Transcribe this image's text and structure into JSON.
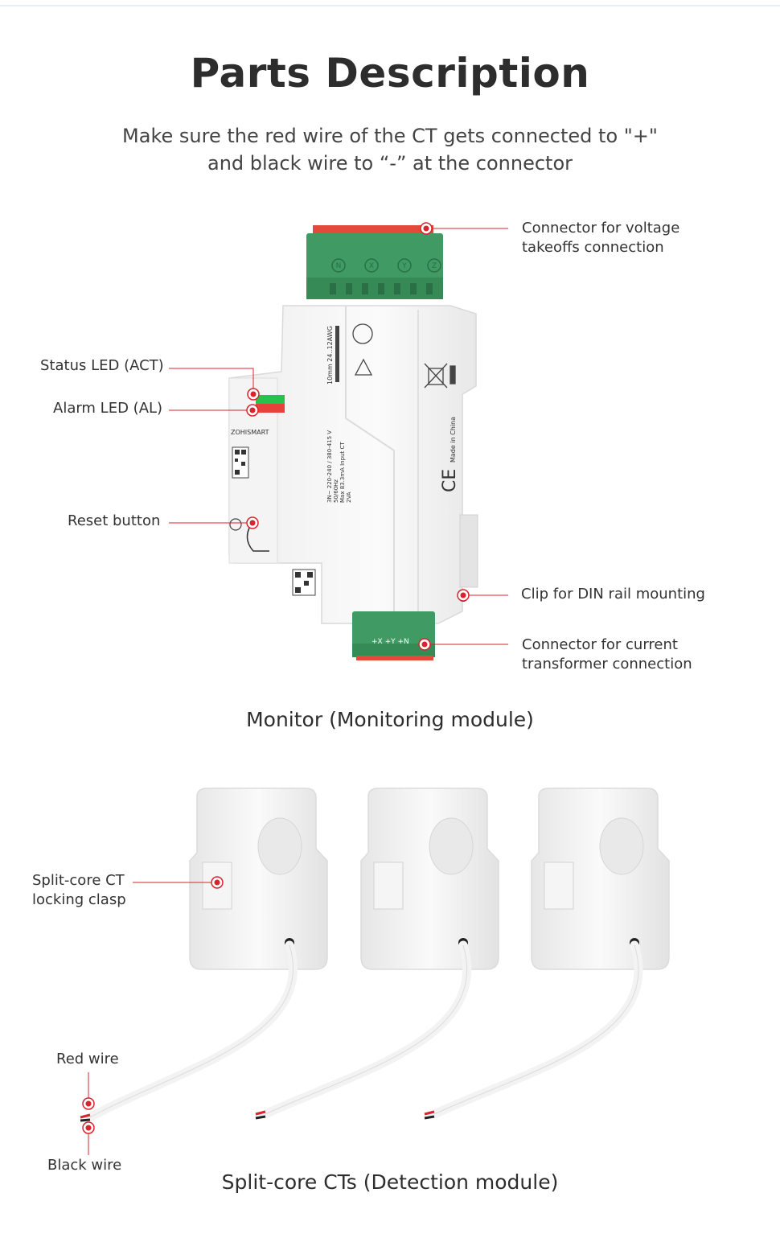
{
  "header": {
    "title": "Parts Description",
    "subtitle_line1": "Make sure the red wire of the CT gets connected to \"+\"",
    "subtitle_line2": "and black wire to “-” at the connector"
  },
  "monitor": {
    "caption": "Monitor (Monitoring module)",
    "callouts": {
      "voltage_connector_line1": "Connector for voltage",
      "voltage_connector_line2": "takeoffs connection",
      "status_led": "Status LED (ACT)",
      "alarm_led": "Alarm LED (AL)",
      "reset_button": "Reset button",
      "din_clip": "Clip for DIN rail mounting",
      "ct_connector_line1": "Connector for current",
      "ct_connector_line2": "transformer connection"
    },
    "device_text": {
      "brand": "ZOHISMART",
      "wire_spec": "10mm  24..12AWG",
      "rating_line1": "3N~ 220-240 / 380-415 V",
      "rating_line2": "50/60Hz",
      "rating_line3": "Max 83.3mA Input CT",
      "rating_line4": "2VA",
      "made_in": "Made in China",
      "ce_mark": "CE",
      "terminal_top": [
        "N",
        "X",
        "Y",
        "Z"
      ],
      "terminal_bottom": "+X  +Y  +N"
    }
  },
  "cts": {
    "caption": "Split-core CTs (Detection module)",
    "callouts": {
      "clasp_line1": "Split-core CT",
      "clasp_line2": "locking clasp",
      "red_wire": "Red wire",
      "black_wire": "Black wire"
    }
  },
  "colors": {
    "callout_red": "#d9232d",
    "terminal_green": "#3f9b63",
    "terminal_red": "#e24a3b",
    "led_green": "#27c24c",
    "led_red": "#e8403a"
  }
}
